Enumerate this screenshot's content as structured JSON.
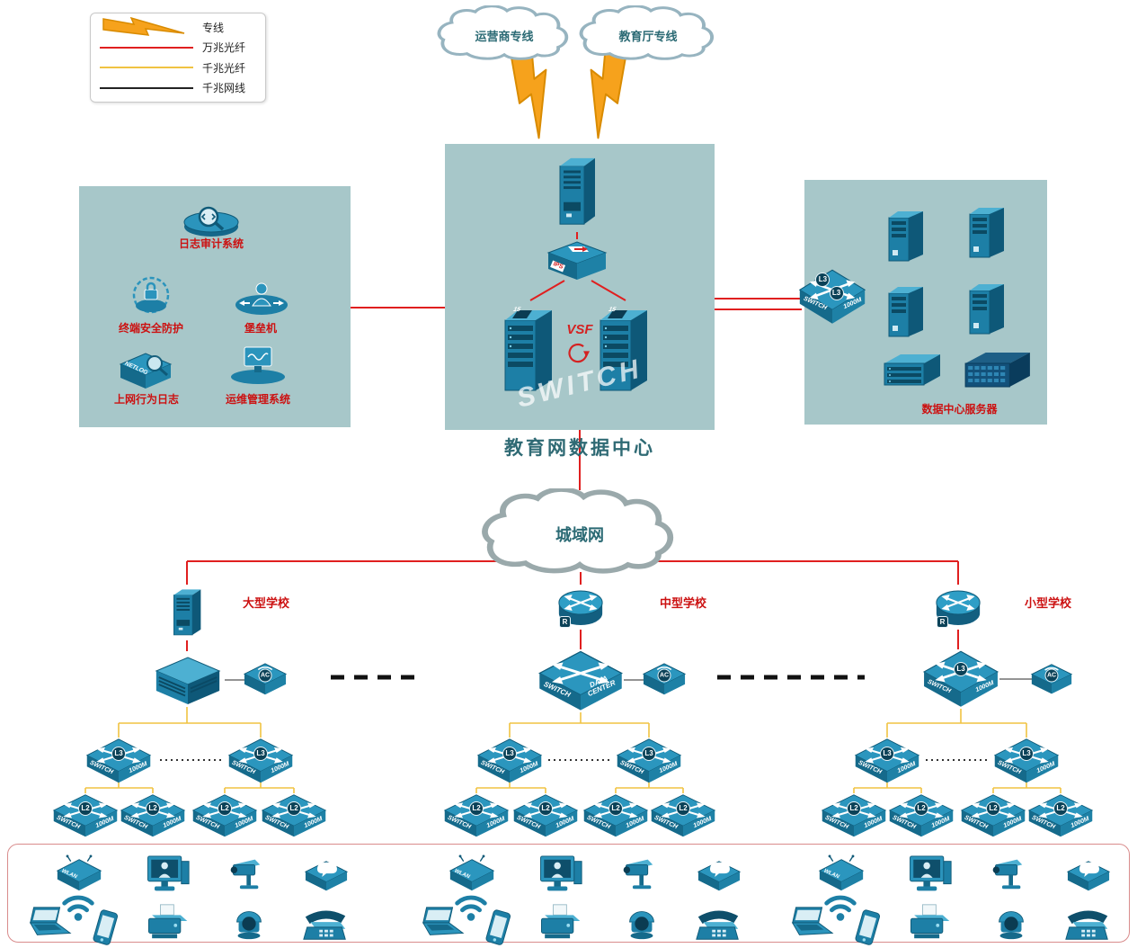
{
  "legend": {
    "items": [
      {
        "label": "专线",
        "symbol": "lightning"
      },
      {
        "label": "万兆光纤",
        "symbol": "red-line",
        "color": "#e01f1f"
      },
      {
        "label": "千兆光纤",
        "symbol": "yellow-line",
        "color": "#f0c342"
      },
      {
        "label": "千兆网线",
        "symbol": "black-line",
        "color": "#222222"
      }
    ]
  },
  "clouds": {
    "carrier": "运营商专线",
    "education": "教育厅专线",
    "man": "城域网"
  },
  "datacenter": {
    "title": "教育网数据中心",
    "vsf": "VSF",
    "ips": "IPS",
    "watermark": "SWITCH",
    "server_tag": "15"
  },
  "security": {
    "audit": "日志审计系统",
    "terminal": "终端安全防护",
    "bastion": "堡垒机",
    "netlog": "上网行为日志",
    "netlog_badge": "NETLOG",
    "ops": "运维管理系统"
  },
  "servers": {
    "label": "数据中心服务器"
  },
  "labels": {
    "l2": "L2",
    "l3": "L3",
    "switch": "SWITCH",
    "m1000": "1000M",
    "ac": "AC",
    "r": "R",
    "wlan": "WLAN",
    "data_center": "DATA CENTER"
  },
  "schools": [
    {
      "name": "大型学校"
    },
    {
      "name": "中型学校"
    },
    {
      "name": "小型学校"
    }
  ],
  "colors": {
    "fiber_10g": "#e01f1f",
    "fiber_1g": "#f0c342",
    "cable_1g": "#222222",
    "device_teal": "#1d7fa6",
    "region_fill": "#a7c7c9",
    "label_red": "#cc1111"
  }
}
